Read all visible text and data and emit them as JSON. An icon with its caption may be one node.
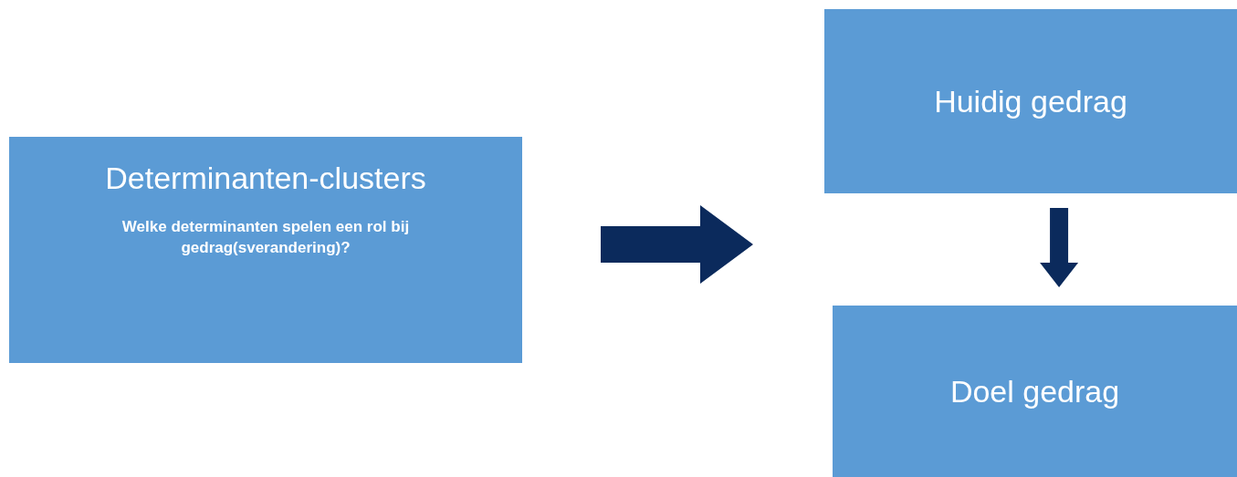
{
  "diagram": {
    "nodes": [
      {
        "text": [
          "Determinanten-clusters",
          "Welke determinanten spelen een rol bij gedrag(sverandering)?"
        ]
      },
      {
        "text": [
          "Huidig gedrag"
        ]
      },
      {
        "text": [
          "Doel gedrag"
        ]
      }
    ],
    "edges": [
      {
        "from": 0,
        "to": 1,
        "arrow": "to",
        "style": "thick"
      },
      {
        "from": 1,
        "to": 2,
        "arrow": "to",
        "style": "thick"
      }
    ]
  }
}
